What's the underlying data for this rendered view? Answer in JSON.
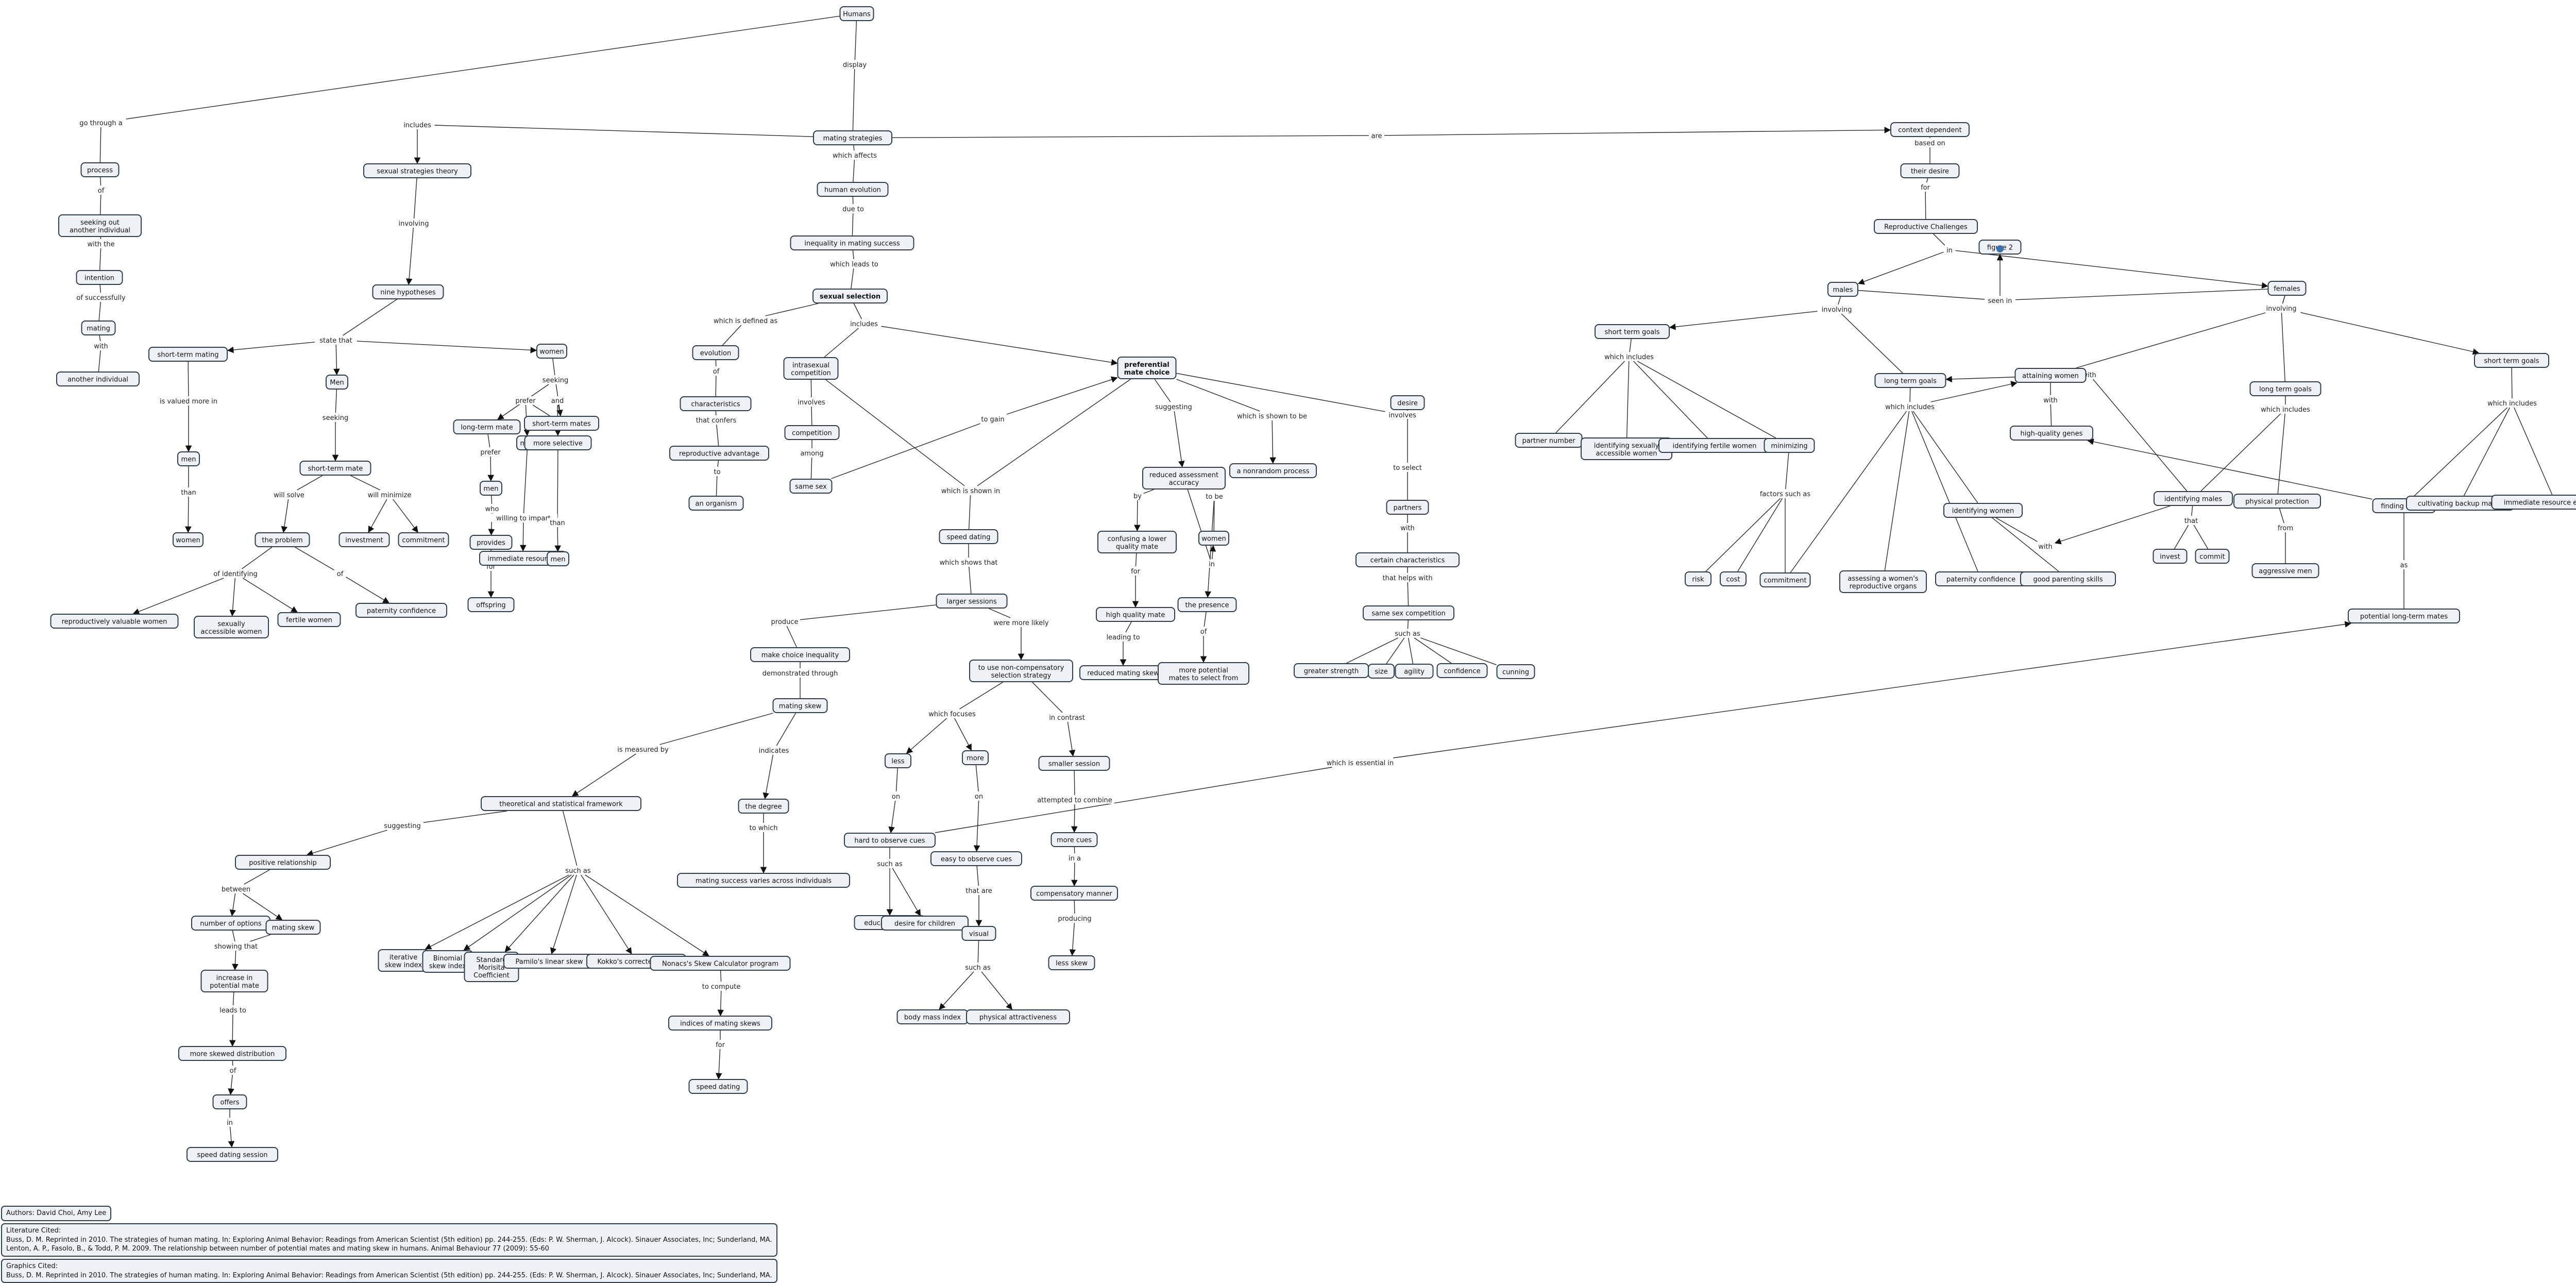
{
  "nodes": [
    {
      "id": "humans",
      "text": "Humans"
    },
    {
      "id": "mating_strategies",
      "text": "mating strategies"
    },
    {
      "id": "context_dependent",
      "text": "context dependent"
    },
    {
      "id": "their_desire",
      "text": "their desire"
    },
    {
      "id": "repro_challenges",
      "text": "Reproductive Challenges"
    },
    {
      "id": "males",
      "text": "males"
    },
    {
      "id": "females",
      "text": "females"
    },
    {
      "id": "figure2",
      "text": "figure 2"
    },
    {
      "id": "short_term_goals_m",
      "text": "short term goals"
    },
    {
      "id": "long_term_goals_m",
      "text": "long term goals"
    },
    {
      "id": "attaining_women",
      "text": "attaining women"
    },
    {
      "id": "high_quality_genes",
      "text": "high-quality genes"
    },
    {
      "id": "partner_number",
      "text": "partner number"
    },
    {
      "id": "ident_sex_access",
      "text": "identifying sexually accessible women"
    },
    {
      "id": "ident_fertile",
      "text": "identifying fertile women"
    },
    {
      "id": "minimizing",
      "text": "minimizing"
    },
    {
      "id": "risk",
      "text": "risk"
    },
    {
      "id": "cost",
      "text": "cost"
    },
    {
      "id": "commitment_m",
      "text": "commitment"
    },
    {
      "id": "assessing_repro",
      "text": "assessing a women's reproductive organs"
    },
    {
      "id": "paternity_conf_m",
      "text": "paternity confidence"
    },
    {
      "id": "identifying_women",
      "text": "identifying women"
    },
    {
      "id": "good_parenting",
      "text": "good parenting skills"
    },
    {
      "id": "identifying_males",
      "text": "identifying males"
    },
    {
      "id": "invest",
      "text": "invest"
    },
    {
      "id": "commit",
      "text": "commit"
    },
    {
      "id": "long_term_goals_f",
      "text": "long term goals"
    },
    {
      "id": "physical_protection",
      "text": "physical protection"
    },
    {
      "id": "aggressive_men",
      "text": "aggressive men"
    },
    {
      "id": "short_term_goals_f",
      "text": "short term goals"
    },
    {
      "id": "finding_mates",
      "text": "finding mates"
    },
    {
      "id": "cultivating_backup",
      "text": "cultivating backup mates"
    },
    {
      "id": "immediate_resource",
      "text": "immediate resource extraction"
    },
    {
      "id": "potential_lt_mates",
      "text": "potential long-term mates"
    },
    {
      "id": "human_evolution",
      "text": "human evolution"
    },
    {
      "id": "inequality",
      "text": "inequality in mating success"
    },
    {
      "id": "sexual_selection",
      "text": "sexual selection"
    },
    {
      "id": "evolution",
      "text": "evolution"
    },
    {
      "id": "characteristics",
      "text": "characteristics"
    },
    {
      "id": "repro_advantage",
      "text": "reproductive advantage"
    },
    {
      "id": "an_organism",
      "text": "an organism"
    },
    {
      "id": "intrasexual",
      "text": "intrasexual competition"
    },
    {
      "id": "competition",
      "text": "competition"
    },
    {
      "id": "same_sex",
      "text": "same sex"
    },
    {
      "id": "preferential",
      "text": "preferential mate choice"
    },
    {
      "id": "reduced_assess",
      "text": "reduced assessment accuracy"
    },
    {
      "id": "confusing",
      "text": "confusing a lower quality mate"
    },
    {
      "id": "high_quality_mate",
      "text": "high quality mate"
    },
    {
      "id": "reduced_mating_skew",
      "text": "reduced mating skew"
    },
    {
      "id": "women_pm",
      "text": "women"
    },
    {
      "id": "the_presence",
      "text": "the presence"
    },
    {
      "id": "more_potential",
      "text": "more potential mates to select from"
    },
    {
      "id": "nonrandom",
      "text": "a nonrandom process"
    },
    {
      "id": "desire",
      "text": "desire"
    },
    {
      "id": "partners",
      "text": "partners"
    },
    {
      "id": "certain_chars",
      "text": "certain characteristics"
    },
    {
      "id": "same_sex_comp",
      "text": "same sex competition"
    },
    {
      "id": "greater_strength",
      "text": "greater strength"
    },
    {
      "id": "size",
      "text": "size"
    },
    {
      "id": "agility",
      "text": "agility"
    },
    {
      "id": "confidence",
      "text": "confidence"
    },
    {
      "id": "cunning",
      "text": "cunning"
    },
    {
      "id": "speed_dating",
      "text": "speed dating"
    },
    {
      "id": "larger_sessions",
      "text": "larger sessions"
    },
    {
      "id": "make_choice_ineq",
      "text": "make choice inequality"
    },
    {
      "id": "mating_skew",
      "text": "mating skew"
    },
    {
      "id": "theoretical",
      "text": "theoretical and statistical framework"
    },
    {
      "id": "the_degree",
      "text": "the degree"
    },
    {
      "id": "mating_success_varies",
      "text": "mating success varies across individuals"
    },
    {
      "id": "use_noncomp",
      "text": "to use non-compensatory selection strategy"
    },
    {
      "id": "less",
      "text": "less"
    },
    {
      "id": "more",
      "text": "more"
    },
    {
      "id": "smaller_session",
      "text": "smaller session"
    },
    {
      "id": "more_cues",
      "text": "more cues"
    },
    {
      "id": "compensatory",
      "text": "compensatory manner"
    },
    {
      "id": "less_skew",
      "text": "less skew"
    },
    {
      "id": "hard_to_observe",
      "text": "hard to observe cues"
    },
    {
      "id": "easy_to_observe",
      "text": "easy to observe cues"
    },
    {
      "id": "education",
      "text": "education level"
    },
    {
      "id": "desire_children",
      "text": "desire for children"
    },
    {
      "id": "visual",
      "text": "visual"
    },
    {
      "id": "bmi",
      "text": "body mass index"
    },
    {
      "id": "phys_attract",
      "text": "physical attractiveness"
    },
    {
      "id": "positive_rel",
      "text": "positive relationship"
    },
    {
      "id": "number_options",
      "text": "number of options"
    },
    {
      "id": "mating_skew2",
      "text": "mating skew"
    },
    {
      "id": "increase_mate",
      "text": "increase in potential mate"
    },
    {
      "id": "more_skewed",
      "text": "more skewed distribution"
    },
    {
      "id": "offers",
      "text": "offers"
    },
    {
      "id": "speed_dating_session",
      "text": "speed dating session"
    },
    {
      "id": "iterative_skew",
      "text": "iterative skew index"
    },
    {
      "id": "binomial_skew",
      "text": "Binomial skew index"
    },
    {
      "id": "morisita",
      "text": "Standard Morisita Coefficient"
    },
    {
      "id": "pamilo",
      "text": "Pamilo's linear skew"
    },
    {
      "id": "kokko",
      "text": "Kokko's corrected skew"
    },
    {
      "id": "nonacs",
      "text": "Nonacs's Skew Calculator program"
    },
    {
      "id": "indices",
      "text": "indices of mating skews"
    },
    {
      "id": "speed_dating2",
      "text": "speed dating"
    },
    {
      "id": "process",
      "text": "process"
    },
    {
      "id": "seeking_out",
      "text": "seeking out another individual"
    },
    {
      "id": "intention",
      "text": "intention"
    },
    {
      "id": "mating_n",
      "text": "mating"
    },
    {
      "id": "another_ind",
      "text": "another individual"
    },
    {
      "id": "sexual_theory",
      "text": "sexual strategies theory"
    },
    {
      "id": "nine_hyp",
      "text": "nine hypotheses"
    },
    {
      "id": "short_term_mating",
      "text": "short-term mating"
    },
    {
      "id": "men_stm",
      "text": "men"
    },
    {
      "id": "women_stm",
      "text": "women"
    },
    {
      "id": "men_b",
      "text": "Men"
    },
    {
      "id": "short_term_mate_m",
      "text": "short-term mate"
    },
    {
      "id": "the_problem",
      "text": "the problem"
    },
    {
      "id": "investment",
      "text": "investment"
    },
    {
      "id": "commitment_b",
      "text": "commitment"
    },
    {
      "id": "repro_valuable",
      "text": "reproductively valuable women"
    },
    {
      "id": "sex_access_women",
      "text": "sexually accessible women"
    },
    {
      "id": "fertile_women",
      "text": "fertile women"
    },
    {
      "id": "paternity_conf_b",
      "text": "paternity confidence"
    },
    {
      "id": "women_top",
      "text": "women"
    },
    {
      "id": "long_term_mate_w",
      "text": "long-term mate"
    },
    {
      "id": "short_term_mates_w",
      "text": "short-term mates"
    },
    {
      "id": "men_lt",
      "text": "men"
    },
    {
      "id": "provides",
      "text": "provides"
    },
    {
      "id": "offspring",
      "text": "offspring"
    },
    {
      "id": "men_st",
      "text": "men"
    },
    {
      "id": "immediate_resources",
      "text": "immediate resources"
    },
    {
      "id": "more_selective",
      "text": "more selective"
    },
    {
      "id": "men_sel",
      "text": "men"
    }
  ],
  "labels": [
    {
      "id": "l_display",
      "text": "display"
    },
    {
      "id": "l_go_through",
      "text": "go through a"
    },
    {
      "id": "l_includes1",
      "text": "includes"
    },
    {
      "id": "l_are",
      "text": "are"
    },
    {
      "id": "l_based_on",
      "text": "based on"
    },
    {
      "id": "l_for",
      "text": "for"
    },
    {
      "id": "l_in",
      "text": "in"
    },
    {
      "id": "l_seen_in",
      "text": "seen in"
    },
    {
      "id": "l_involving_m",
      "text": "involving"
    },
    {
      "id": "l_involving_f",
      "text": "involving"
    },
    {
      "id": "l_which_includes_m1",
      "text": "which includes"
    },
    {
      "id": "l_which_includes_m2",
      "text": "which includes"
    },
    {
      "id": "l_with_aw",
      "text": "with"
    },
    {
      "id": "l_with_top",
      "text": "with"
    },
    {
      "id": "l_factors",
      "text": "factors such as"
    },
    {
      "id": "l_with_iw",
      "text": "with"
    },
    {
      "id": "l_that",
      "text": "that"
    },
    {
      "id": "l_which_includes_f1",
      "text": "which includes"
    },
    {
      "id": "l_from",
      "text": "from"
    },
    {
      "id": "l_which_includes_f2",
      "text": "which includes"
    },
    {
      "id": "l_as",
      "text": "as"
    },
    {
      "id": "l_essential",
      "text": "which is essential in"
    },
    {
      "id": "l_which_affects",
      "text": "which affects"
    },
    {
      "id": "l_due_to",
      "text": "due to"
    },
    {
      "id": "l_leads_to",
      "text": "which leads to"
    },
    {
      "id": "l_defined_as",
      "text": "which is defined as"
    },
    {
      "id": "l_includes2",
      "text": "includes"
    },
    {
      "id": "l_of",
      "text": "of"
    },
    {
      "id": "l_that_confers",
      "text": "that confers"
    },
    {
      "id": "l_to",
      "text": "to"
    },
    {
      "id": "l_involves",
      "text": "involves"
    },
    {
      "id": "l_among",
      "text": "among"
    },
    {
      "id": "l_to_gain",
      "text": "to gain"
    },
    {
      "id": "l_suggesting1",
      "text": "suggesting"
    },
    {
      "id": "l_by",
      "text": "by"
    },
    {
      "id": "l_to_be",
      "text": "to be"
    },
    {
      "id": "l_for_hq",
      "text": "for"
    },
    {
      "id": "l_leading_to",
      "text": "leading to"
    },
    {
      "id": "l_in_women",
      "text": "in"
    },
    {
      "id": "l_of_pres",
      "text": "of"
    },
    {
      "id": "l_shown_to_be",
      "text": "which is shown to be"
    },
    {
      "id": "l_involves2",
      "text": "involves"
    },
    {
      "id": "l_to_select",
      "text": "to select"
    },
    {
      "id": "l_with_p",
      "text": "with"
    },
    {
      "id": "l_helps",
      "text": "that helps with"
    },
    {
      "id": "l_such_as1",
      "text": "such as"
    },
    {
      "id": "l_shown_in",
      "text": "which is shown in"
    },
    {
      "id": "l_shows_that",
      "text": "which shows that"
    },
    {
      "id": "l_produce",
      "text": "produce"
    },
    {
      "id": "l_were_likely",
      "text": "were more likely"
    },
    {
      "id": "l_demonstrated",
      "text": "demonstrated through"
    },
    {
      "id": "l_measured",
      "text": "is measured by"
    },
    {
      "id": "l_indicates",
      "text": "indicates"
    },
    {
      "id": "l_to_which",
      "text": "to which"
    },
    {
      "id": "l_which_focuses",
      "text": "which focuses"
    },
    {
      "id": "l_in_contrast",
      "text": "in contrast"
    },
    {
      "id": "l_on1",
      "text": "on"
    },
    {
      "id": "l_on2",
      "text": "on"
    },
    {
      "id": "l_attempted",
      "text": "attempted to combine"
    },
    {
      "id": "l_in_a",
      "text": "in a"
    },
    {
      "id": "l_producing",
      "text": "producing"
    },
    {
      "id": "l_such_as2",
      "text": "such as"
    },
    {
      "id": "l_that_are",
      "text": "that are"
    },
    {
      "id": "l_such_as3",
      "text": "such as"
    },
    {
      "id": "l_suggesting2",
      "text": "suggesting"
    },
    {
      "id": "l_between",
      "text": "between"
    },
    {
      "id": "l_showing_that",
      "text": "showing that"
    },
    {
      "id": "l_leads_to2",
      "text": "leads to"
    },
    {
      "id": "l_of_skew",
      "text": "of"
    },
    {
      "id": "l_in_offers",
      "text": "in"
    },
    {
      "id": "l_such_as4",
      "text": "such as"
    },
    {
      "id": "l_to_compute",
      "text": "to compute"
    },
    {
      "id": "l_for_idx",
      "text": "for"
    },
    {
      "id": "l_of_proc",
      "text": "of"
    },
    {
      "id": "l_with_the",
      "text": "with the"
    },
    {
      "id": "l_of_succ",
      "text": "of successfully"
    },
    {
      "id": "l_with_ind",
      "text": "with"
    },
    {
      "id": "l_involving_sst",
      "text": "involving"
    },
    {
      "id": "l_state_that",
      "text": "state that"
    },
    {
      "id": "l_valued_more",
      "text": "is valued more in"
    },
    {
      "id": "l_than",
      "text": "than"
    },
    {
      "id": "l_seeking_m",
      "text": "seeking"
    },
    {
      "id": "l_will_solve",
      "text": "will solve"
    },
    {
      "id": "l_will_minimize",
      "text": "will minimize"
    },
    {
      "id": "l_of_identifying",
      "text": "of identifying"
    },
    {
      "id": "l_of_pc",
      "text": "of"
    },
    {
      "id": "l_seeking_w",
      "text": "seeking"
    },
    {
      "id": "l_prefer1",
      "text": "prefer"
    },
    {
      "id": "l_who",
      "text": "who"
    },
    {
      "id": "l_for_off",
      "text": "for"
    },
    {
      "id": "l_prefer2",
      "text": "prefer"
    },
    {
      "id": "l_and",
      "text": "and"
    },
    {
      "id": "l_willing",
      "text": "willing to impart"
    },
    {
      "id": "l_than2",
      "text": "than"
    }
  ],
  "footer": {
    "authors": "Authors: David Choi, Amy Lee",
    "lit_title": "Literature Cited:",
    "lit_1": "Buss, D. M. Reprinted in 2010. The strategies of human mating. In: Exploring Animal Behavior: Readings from American Scientist (5th edition) pp. 244-255. (Eds: P. W. Sherman, J. Alcock). Sinauer Associates, Inc; Sunderland, MA.",
    "lit_2": "Lenton, A. P., Fasolo, B., & Todd, P. M. 2009. The relationship between number of potential mates and mating skew in humans. Animal Behaviour 77 (2009): 55-60",
    "gfx_title": "Graphics Cited:",
    "gfx_1": "Buss, D. M. Reprinted in 2010. The strategies of human mating. In: Exploring Animal Behavior: Readings from American Scientist (5th edition) pp. 244-255. (Eds: P. W. Sherman, J. Alcock). Sinauer Associates, Inc; Sunderland, MA."
  },
  "colors": {
    "node_fill": "#eef2f6",
    "node_stroke": "#2f3e4a",
    "edge": "#2a2a2a",
    "badge": "#3a6fb0"
  }
}
